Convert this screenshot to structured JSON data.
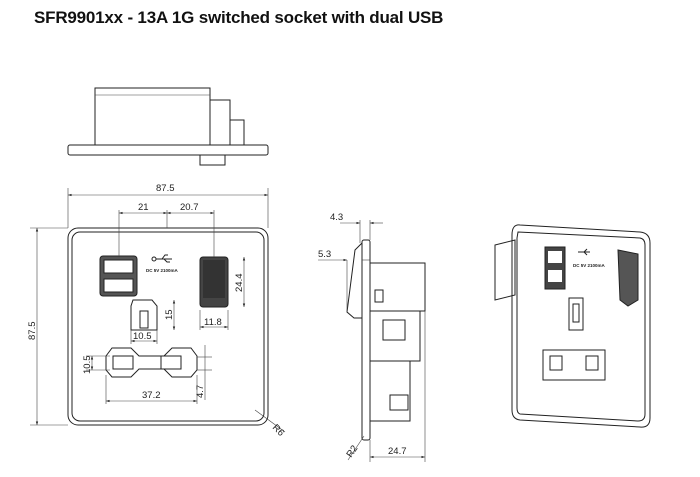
{
  "title": "SFR9901xx - 13A 1G switched socket with dual USB",
  "front_view": {
    "dims": {
      "overall_width": "87.5",
      "overall_height": "87.5",
      "usb_offset": "21",
      "switch_offset": "20.7",
      "switch_height": "24.4",
      "switch_width": "11.8",
      "earth_height": "15",
      "earth_width": "10.5",
      "pins_height": "10.5",
      "pins_width": "37.2",
      "pins_offset": "4.7",
      "corner_radius": "R6"
    },
    "usb_rating": "DC 5V 2100mA"
  },
  "side_view": {
    "dims": {
      "switch_protrusion": "4.3",
      "plate_protrusion": "5.3",
      "depth": "24.7",
      "edge_radius": "R2"
    }
  },
  "iso_view": {
    "usb_rating": "DC 5V 2100mA"
  }
}
